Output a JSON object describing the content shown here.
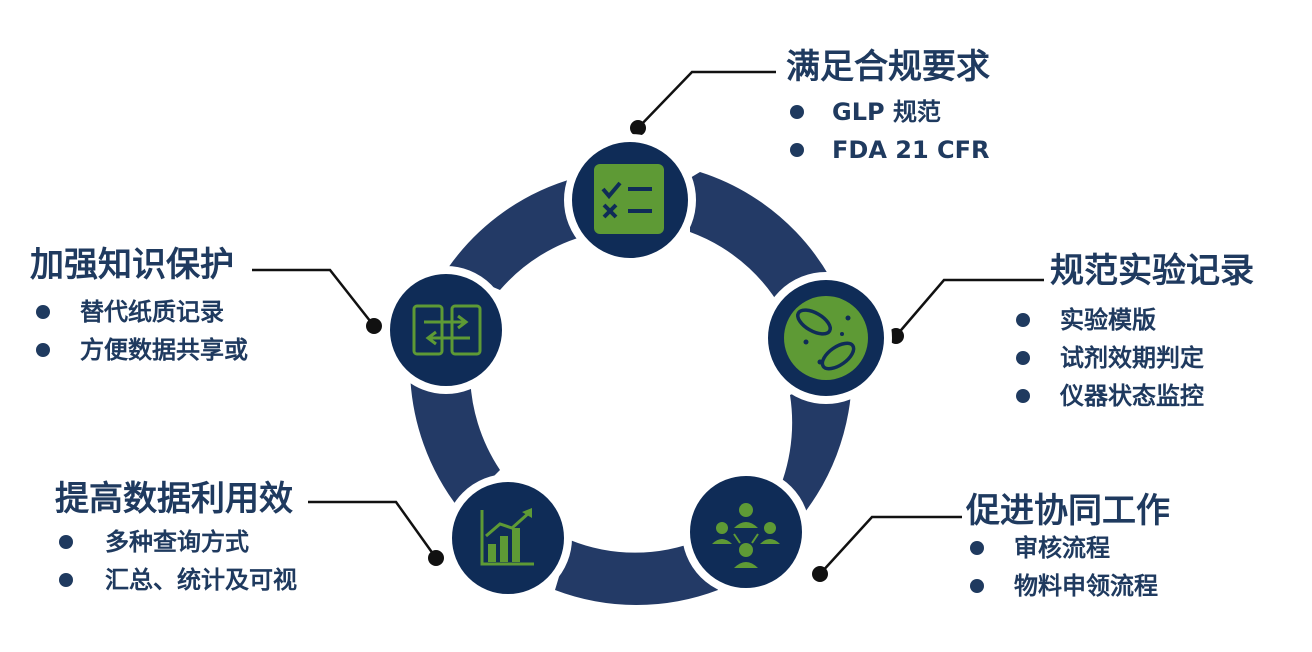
{
  "colors": {
    "ring": "#233a66",
    "node_fill": "#0f2c57",
    "node_border": "#ffffff",
    "icon_green": "#5e9a35",
    "text": "#1f3a5f",
    "dot": "#111111"
  },
  "nodes": [
    {
      "id": "top",
      "icon": "checklist-icon",
      "title": "满足合规要求",
      "items": [
        "GLP 规范",
        "FDA 21 CFR"
      ]
    },
    {
      "id": "right",
      "icon": "bacteria-icon",
      "title": "规范实验记录",
      "items": [
        "实验模版",
        "试剂效期判定",
        "仪器状态监控"
      ]
    },
    {
      "id": "bottom-right",
      "icon": "team-collaboration-icon",
      "title": "促进协同工作",
      "items": [
        "审核流程",
        "物料申领流程"
      ]
    },
    {
      "id": "bottom-left",
      "icon": "bar-chart-growth-icon",
      "title": "提高数据利用效",
      "items": [
        "多种查询方式",
        "汇总、统计及可视"
      ]
    },
    {
      "id": "left",
      "icon": "data-exchange-icon",
      "title": "加强知识保护",
      "items": [
        "替代纸质记录",
        "方便数据共享或"
      ]
    }
  ]
}
